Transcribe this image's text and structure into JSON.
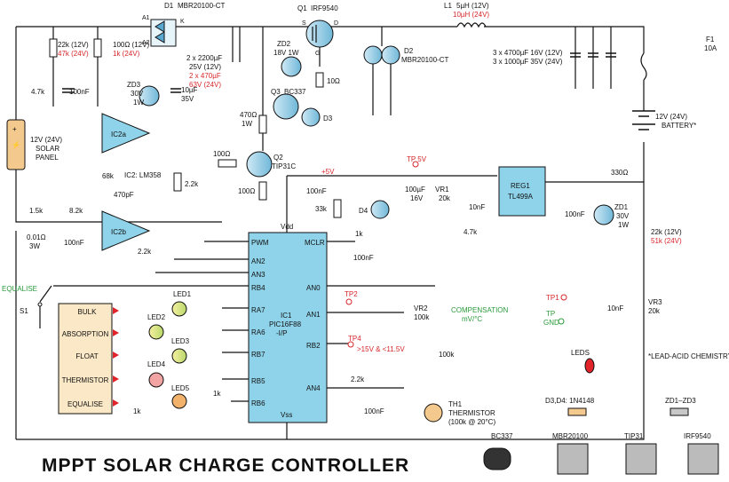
{
  "title": "MPPT SOLAR CHARGE CONTROLLER",
  "note": "*LEAD-ACID CHEMISTRY",
  "components": {
    "d1": [
      "D1",
      "MBR20100-CT"
    ],
    "q1": [
      "Q1",
      "IRF9540"
    ],
    "l1": [
      "L1",
      "5µH (12V)",
      "10µH (24V)"
    ],
    "d2": [
      "D2",
      "MBR20100-CT"
    ],
    "zd2": [
      "ZD2",
      "18V 1W"
    ],
    "q3": [
      "Q3",
      "BC337"
    ],
    "d3": "D3",
    "q2": [
      "Q2",
      "TIP31C"
    ],
    "ic2a": "IC2a",
    "ic2b": "IC2b",
    "ic2": "IC2: LM358",
    "ic1": [
      "IC1",
      "PIC16F88",
      "-I/P"
    ],
    "reg1": [
      "REG1",
      "TL499A"
    ],
    "zd3": [
      "ZD3",
      "30V",
      "1W"
    ],
    "zd1": [
      "ZD1",
      "30V",
      "1W"
    ],
    "d4": "D4",
    "vr1": [
      "VR1",
      "20k"
    ],
    "vr2": [
      "VR2",
      "100k"
    ],
    "vr3": [
      "VR3",
      "20k"
    ],
    "f1": [
      "F1",
      "10A"
    ],
    "battery": [
      "12V (24V)",
      "BATTERY*"
    ],
    "solar": [
      "12V (24V)",
      "SOLAR",
      "PANEL"
    ],
    "th1": [
      "TH1",
      "THERMISTOR",
      "(100k @ 20°C)"
    ],
    "s1": "S1",
    "leds": [
      "LED1",
      "LED2",
      "LED3",
      "LED4",
      "LED5"
    ]
  },
  "values": {
    "r22k": [
      "22k (12V)",
      "47k (24V)"
    ],
    "r100": [
      "100Ω (12V)",
      "1k (24V)"
    ],
    "r4k7a": "4.7k",
    "c100nf": "100nF",
    "c10uf35": [
      "10µF",
      "35V"
    ],
    "c2200": [
      "2 x 2200µF",
      "25V (12V)",
      "2 x 470µF",
      "63V (24V)"
    ],
    "r10": "10Ω",
    "r470": [
      "470Ω",
      "1W"
    ],
    "r100q2": "100Ω",
    "r100q2e": "100Ω",
    "r68k": "68k",
    "c470p": "470pF",
    "r1k5": "1.5k",
    "r8k2": "8.2k",
    "r001": [
      "0.01Ω",
      "3W"
    ],
    "r2k2a": "2.2k",
    "r2k2b": "2.2k",
    "r2k2c": "2.2k",
    "r33k": "33k",
    "r1ka": "1k",
    "r1kb": "1k",
    "r1kc": "1k",
    "c100u16": [
      "100µF",
      "16V"
    ],
    "c10nf": "10nF",
    "r4k7b": "4.7k",
    "r330": "330Ω",
    "r22kb": [
      "22k (12V)",
      "51k (24V)"
    ],
    "r100k": "100k",
    "bigcaps": [
      "3 x 4700µF 16V (12V)",
      "3 x 1000µF 35V (24V)"
    ]
  },
  "nets": {
    "plus5": "+5V",
    "tp5": "TP 5V",
    "tp1": "TP1",
    "tpgnd": [
      "TP",
      "GND"
    ],
    "tp2": "TP2",
    "tp4": "TP4",
    "tp4v": ">15V & <11.5V",
    "comp": [
      "COMPENSATION",
      "mV/°C"
    ],
    "equalise": "EQUALISE"
  },
  "ic1_pins": {
    "vdd": "Vdd",
    "vss": "Vss",
    "pwm": "PWM",
    "an2": "AN2",
    "an3": "AN3",
    "rb4": "RB4",
    "ra7": "RA7",
    "ra6": "RA6",
    "rb7": "RB7",
    "rb5": "RB5",
    "rb6": "RB6",
    "mclr": "MCLR",
    "an0": "AN0",
    "an1": "AN1",
    "rb2": "RB2",
    "an4": "AN4"
  },
  "status_panel": [
    "BULK",
    "ABSORPTION",
    "FLOAT",
    "THERMISTOR",
    "EQUALISE"
  ],
  "pinouts": {
    "leds": "LEDS",
    "diode": "D3,D4: 1N4148",
    "zener": "ZD1–ZD3",
    "bc337": "BC337",
    "mbr": "MBR20100",
    "tip31": "TIP31",
    "irf": "IRF9540"
  },
  "colors": {
    "accent_red": "#d6262a",
    "accent_green": "#2a9a3c",
    "ic_fill": "#8fd3ea",
    "panel_fill": "#fbe8c6",
    "arrow_red": "#e0242a"
  }
}
